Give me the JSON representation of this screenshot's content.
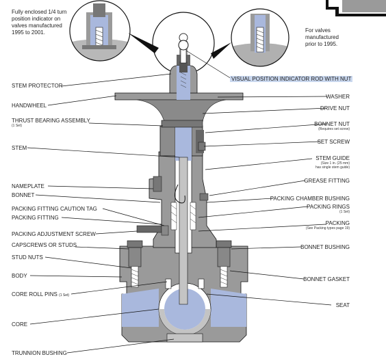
{
  "notes": {
    "left_inset": [
      "Fully enclosed 1/4 turn",
      "position indicator on",
      "valves manufactured",
      "1995 to 2001."
    ],
    "right_inset": [
      "For valves",
      "manufactured",
      "prior to 1995."
    ]
  },
  "labels": {
    "visual_indicator": "VISUAL POSITION INDICATOR ROD WITH NUT",
    "stem_protector": "STEM PROTECTOR",
    "handwheel": "HANDWHEEL",
    "thrust_bearing": "THRUST BEARING ASSEMBLY",
    "thrust_bearing_sub": "(1 Set)",
    "stem": "STEM",
    "nameplate": "NAMEPLATE",
    "bonnet": "BONNET",
    "packing_caution_tag": "PACKING FITTING CAUTION TAG",
    "packing_fitting": "PACKING FITTING",
    "packing_adjustment_screw": "PACKING ADJUSTMENT SCREW",
    "capscrews": "CAPSCREWS OR STUDS",
    "stud_nuts": "STUD NUTS",
    "body": "BODY",
    "core_roll_pins": "CORE ROLL PINS",
    "core_roll_pins_sub": "(1 Set)",
    "core": "CORE",
    "trunnion_bushing": "TRUNNION BUSHING",
    "washer": "WASHER",
    "drive_nut": "DRIVE NUT",
    "bonnet_nut": "BONNET NUT",
    "bonnet_nut_sub": "(Requires set screw)",
    "set_screw": "SET SCREW",
    "stem_guide": "STEM GUIDE",
    "stem_guide_sub1": "(Size 1 in. (25 mm)",
    "stem_guide_sub2": "has single stem guide)",
    "grease_fitting": "GREASE FITTING",
    "packing_chamber_bushing": "PACKING CHAMBER BUSHING",
    "packing_rings": "PACKING RINGS",
    "packing_rings_sub": "(1 Set)",
    "packing": "PACKING",
    "packing_sub": "(See Packing types page 19)",
    "bonnet_bushing": "BONNET BUSHING",
    "bonnet_gasket": "BONNET GASKET",
    "seat": "SEAT"
  },
  "colors": {
    "blue": "#a9b8dd",
    "gray": "#9a9a9a",
    "light_gray": "#c4c4c4",
    "dark": "#555555",
    "line": "#111111",
    "highlight": "#c9d7ee"
  }
}
